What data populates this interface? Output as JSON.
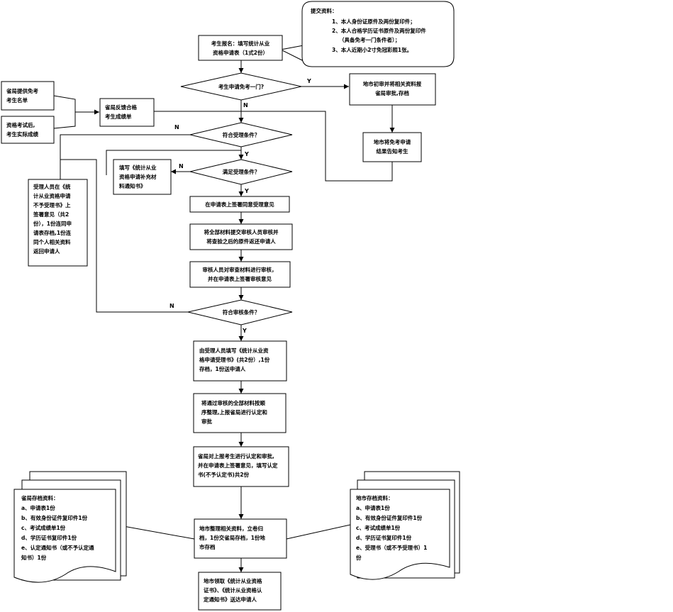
{
  "callout": {
    "title": "提交资料：",
    "items": [
      "1、本人身份证原件及两份复印件；",
      "2、本人合格学历证书原件及两份复印件",
      "（具备免考一门条件者）；",
      "3、本人近期小2寸免冠彩照1张。"
    ]
  },
  "nodes": {
    "register": [
      "考生报名：填写统计从业",
      "资格申请表（1式2份）"
    ],
    "exempt_decision": "考生申请免考一门?",
    "city_review_docs": [
      "地市初审并将相关资料报",
      "省局审批,存档"
    ],
    "prov_provide": [
      "省局提供免考",
      "考生名单"
    ],
    "after_exam": [
      "资格考试后,",
      "考生实际成绩"
    ],
    "prov_feedback": [
      "省局反馈合格",
      "考生成绩单"
    ],
    "city_notify": [
      "地市将免考申请",
      "结果告知考生"
    ],
    "accept_decision": "符合受理条件？",
    "supplement": [
      "填写《统计从业",
      "资格申请补充材",
      "料通知书》"
    ],
    "satisfy_decision": "满足受理条件？",
    "sign_accept": "在申请表上签署同意受理意见",
    "submit_review": [
      "将全部材料提交审核人员审核并",
      "将查验之后的原件返还申请人"
    ],
    "reviewer_check": [
      "审核人员对审查材料进行审核，",
      "并在申请表上签署审核意见"
    ],
    "audit_decision": "符合审核条件？",
    "not_accept_notice": [
      "受理人员在《统",
      "计从业资格申请",
      "不予受理书》上",
      "签署意见（共2",
      "份），1份连同申",
      "请表存档,1份连",
      "同个人相关资料",
      "返回申请人"
    ],
    "acceptance_notice": [
      "由受理人员填写《统计从业资",
      "格申请受理书》(共2份）,1份",
      "存档，1份送申请人"
    ],
    "order_report": [
      "将通过审核的全部材料按顺",
      "序整理,上报省局进行认定和",
      "审批"
    ],
    "prov_approve": [
      "省局对上报考生进行认定和审批,",
      "并在申请表上签署意见，填写认定",
      "书(不予认定书)共2份"
    ],
    "city_archive": [
      "地市整理相关资料，立卷归",
      "档，1份交省局存档，1份地",
      "市存档"
    ],
    "certificate": [
      "地市领取《统计从业资格",
      "证书》、《统计从业资格认",
      "定通知书》送达申请人"
    ]
  },
  "prov_archive": {
    "title": "省局存档资料：",
    "items": [
      "a、申请表1份",
      "b、有效身份证件复印件1份",
      "c、考试成绩单1份",
      "d、学历证书复印件1份",
      "e、认定通知书（或不予认定通",
      "知书）1份"
    ]
  },
  "city_archive_docs": {
    "title": "地市存档资料：",
    "items": [
      "a、申请表1份",
      "b、有效身份证件复印件1份",
      "c、考试成绩单1份",
      "d、学历证书复印件1份",
      "e、受理书（或不予受理书）1",
      "份"
    ]
  },
  "labels": {
    "y1": "Y",
    "n1": "N",
    "n2": "N",
    "y2": "Y",
    "n3": "N",
    "y3": "Y",
    "n4": "N",
    "y4": "Y"
  }
}
